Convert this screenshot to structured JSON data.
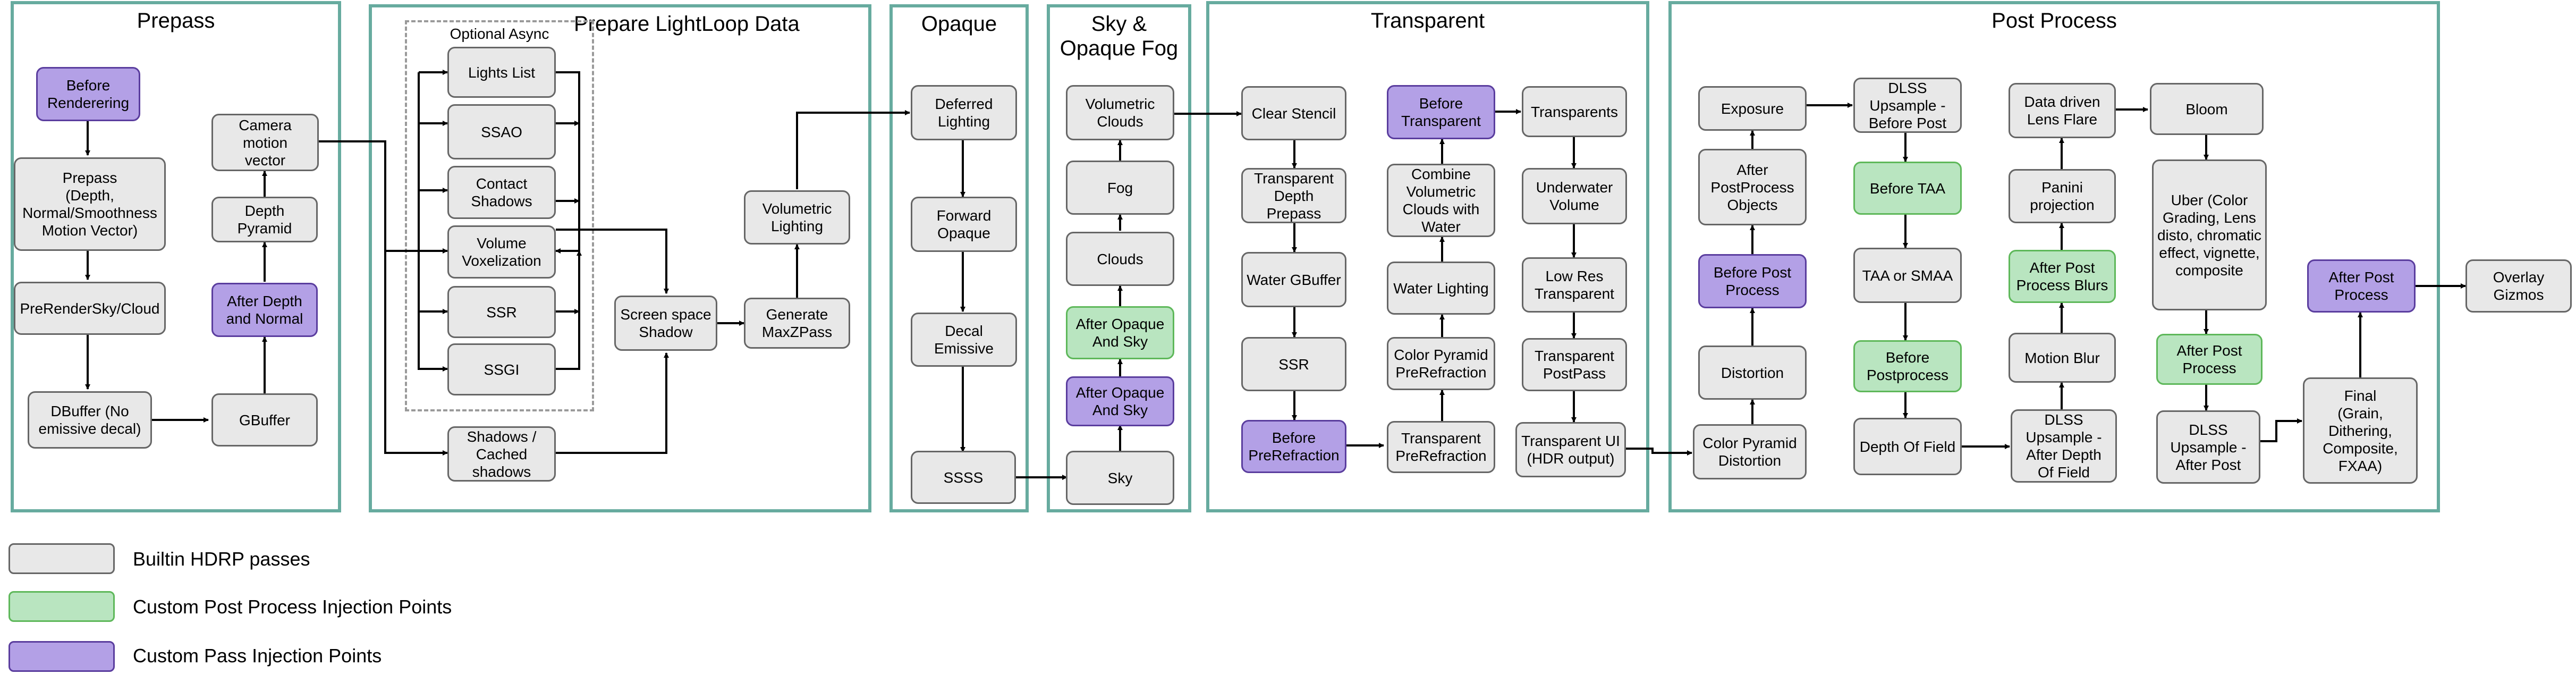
{
  "colors": {
    "builtin_fill": "#e8e8e8",
    "builtin_border": "#666666",
    "custom_pass_fill": "#b3a0e6",
    "custom_pass_border": "#5a3d9e",
    "post_process_fill": "#b9e5c0",
    "post_process_border": "#5eb85a",
    "section_border": "#67ab9f"
  },
  "sections": {
    "prepass": "Prepass",
    "lightloop": "Prepare LightLoop Data",
    "opaque": "Opaque",
    "sky": "Sky &\nOpaque Fog",
    "transparent": "Transparent",
    "postprocess": "Post Process"
  },
  "async_group_label": "Optional Async",
  "nodes": {
    "before_rendering": "Before\nRenderering",
    "prepass_main": "Prepass\n(Depth,\nNormal/Smoothness\nMotion Vector)",
    "prerender_sky": "PreRenderSky/Cloud",
    "dbuffer": "DBuffer (No\nemissive decal)",
    "gbuffer": "GBuffer",
    "after_depth_normal": "After Depth\nand Normal",
    "depth_pyramid": "Depth Pyramid",
    "camera_motion": "Camera motion\nvector",
    "lights_list": "Lights List",
    "ssao": "SSAO",
    "contact_shadows": "Contact\nShadows",
    "volume_voxelization": "Volume\nVoxelization",
    "ssr_async": "SSR",
    "ssgi": "SSGI",
    "shadows_cached": "Shadows /\nCached\nshadows",
    "screen_space_shadow": "Screen space\nShadow",
    "generate_maxz": "Generate\nMaxZPass",
    "volumetric_lighting": "Volumetric\nLighting",
    "deferred_lighting": "Deferred\nLighting",
    "forward_opaque": "Forward\nOpaque",
    "decal_emissive": "Decal Emissive",
    "ssss": "SSSS",
    "volumetric_clouds": "Volumetric\nClouds",
    "fog": "Fog",
    "clouds": "Clouds",
    "after_opaque_sky_post": "After Opaque\nAnd Sky",
    "after_opaque_sky_custom": "After Opaque\nAnd Sky",
    "sky": "Sky",
    "clear_stencil": "Clear Stencil",
    "transparent_depth_prepass": "Transparent\nDepth Prepass",
    "water_gbuffer": "Water GBuffer",
    "ssr_transparent": "SSR",
    "before_prerefraction": "Before\nPreRefraction",
    "before_transparent": "Before\nTransparent",
    "combine_volumetric": "Combine\nVolumetric\nClouds with\nWater",
    "water_lighting": "Water Lighting",
    "color_pyramid_prerefraction": "Color Pyramid\nPreRefraction",
    "transparent_prerefraction": "Transparent\nPreRefraction",
    "transparents": "Transparents",
    "underwater_volume": "Underwater\nVolume",
    "low_res_transparent": "Low Res\nTransparent",
    "transparent_postpass": "Transparent\nPostPass",
    "transparent_ui": "Transparent UI\n(HDR output)",
    "exposure": "Exposure",
    "after_postprocess_objects": "After\nPostProcess\nObjects",
    "before_post_process": "Before Post\nProcess",
    "distortion": "Distortion",
    "color_pyramid_distortion": "Color Pyramid\nDistortion",
    "dlss_before_post": "DLSS\nUpsample -\nBefore Post",
    "before_taa": "Before TAA",
    "taa_smaa": "TAA or SMAA",
    "before_postprocess_green": "Before\nPostprocess",
    "depth_of_field": "Depth Of Field",
    "data_driven_lens_flare": "Data driven\nLens Flare",
    "panini_projection": "Panini\nprojection",
    "after_post_process_blurs": "After Post\nProcess Blurs",
    "motion_blur": "Motion Blur",
    "dlss_after_dof": "DLSS\nUpsample -\nAfter Depth\nOf Field",
    "bloom": "Bloom",
    "uber": "Uber (Color\nGrading, Lens\ndisto, chromatic\neffect, vignette,\ncomposite",
    "after_post_process_green": "After Post\nProcess",
    "dlss_after_post": "DLSS\nUpsample -\nAfter Post",
    "final": "Final\n(Grain,\nDithering,\nComposite,\nFXAA)",
    "after_post_process_custom": "After Post\nProcess",
    "overlay_gizmos": "Overlay\nGizmos"
  },
  "legend": {
    "builtin": "Builtin HDRP passes",
    "post_process": "Custom Post Process Injection Points",
    "custom_pass": "Custom Pass Injection Points"
  }
}
